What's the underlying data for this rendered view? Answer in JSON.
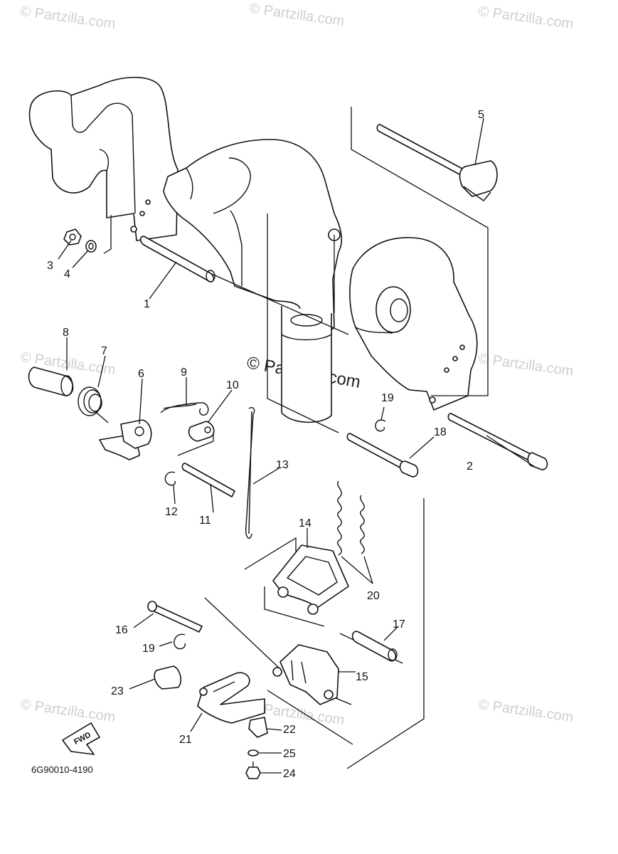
{
  "watermarks": [
    "© Partzilla.com",
    "© Partzilla.com",
    "© Partzilla.com",
    "© Partzilla.com",
    "© Partzilla.com",
    "© Partzilla.com",
    "© Partzilla.com",
    "© Partzilla.com",
    "© Partzilla.com"
  ],
  "center_watermark": "© Partzilla.com",
  "diagram_code": "6G90010-4190",
  "fwd_label": "FWD",
  "callouts": [
    "1",
    "2",
    "3",
    "4",
    "5",
    "6",
    "7",
    "8",
    "9",
    "10",
    "11",
    "12",
    "13",
    "14",
    "15",
    "16",
    "17",
    "18",
    "19",
    "19",
    "20",
    "21",
    "22",
    "23",
    "24",
    "25"
  ]
}
